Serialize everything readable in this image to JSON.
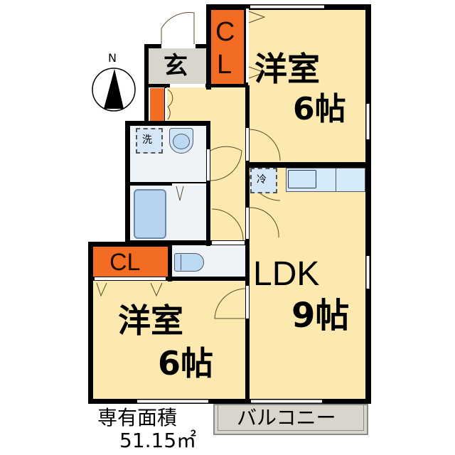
{
  "floorplan": {
    "compass": {
      "label": "N"
    },
    "rooms": {
      "western_room_top": {
        "name": "洋室",
        "size": "6帖"
      },
      "western_room_bottom": {
        "name": "洋室",
        "size": "6帖"
      },
      "ldk": {
        "name": "LDK",
        "size": "9帖"
      },
      "entrance": {
        "name": "玄"
      },
      "closet_top": {
        "line1": "C",
        "line2": "L"
      },
      "closet_bottom": {
        "name": "CL"
      },
      "washer_space": {
        "name": "洗"
      },
      "fridge_space": {
        "name": "冷"
      },
      "balcony": {
        "name": "バルコニー"
      }
    },
    "area": {
      "label": "専有面積",
      "value": "51.15㎡"
    }
  },
  "colors": {
    "room": "#fce9b0",
    "closet": "#f36c23",
    "entrance": "#d8d5cc",
    "wet_area": "#eef3f8",
    "fixture": "#cfe6f8",
    "wall": "#000000"
  }
}
